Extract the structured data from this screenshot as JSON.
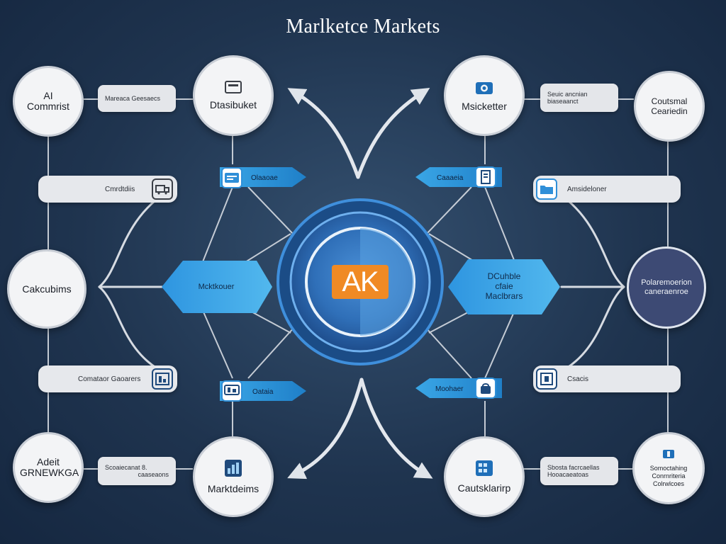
{
  "title": "Marlketce Markets",
  "hub": {
    "logo_text": "AK"
  },
  "nodes": {
    "top_left_outer": "AI Commrist",
    "top_left_inner": "Dtasibuket",
    "mid_left": "Cakcubims",
    "bottom_left_outer": "Adeit GRNEWKGA",
    "bottom_left_inner": "Marktdeims",
    "top_right_inner": "Msicketter",
    "top_right_outer": "Coutsmal Ceariedin",
    "mid_right": "Polaremoerion caneraenroe",
    "bottom_right_inner": "Cautsklarirp",
    "bottom_right_outer": "Somoctahing Conrnriteria Colrwlcoes"
  },
  "pills": {
    "top_left": "Mareaca Geesaecs",
    "bottom_left_line1": "Scoaiecanat 8.",
    "bottom_left_line2": "caaseaons",
    "top_right_line1": "Seuic ancnian",
    "top_right_line2": "biaseaanct",
    "bottom_right_line1": "Sbosta facrcaellas",
    "bottom_right_line2": "Hooacaeatoas"
  },
  "bars": {
    "left_upper": "Cmrdtdiis",
    "left_lower": "Comataor Gaoarers",
    "right_upper": "Amsideloner",
    "right_lower": "Csacis"
  },
  "tags": {
    "top_left": "Olaaoae",
    "bottom_left": "Oataia",
    "top_right": "Caaaeia",
    "bottom_right": "Moohaer"
  },
  "hexes": {
    "left": "Mcktkouer",
    "right_line1": "DCuhble",
    "right_line2": "cfaie",
    "right_line3": "Maclbrars"
  },
  "colors": {
    "background": "#1f344f",
    "accent_blue": "#2f8fd8",
    "hub_orange": "#f08a24",
    "node_fill": "#f3f4f6",
    "dark_node": "#3d4a74"
  }
}
